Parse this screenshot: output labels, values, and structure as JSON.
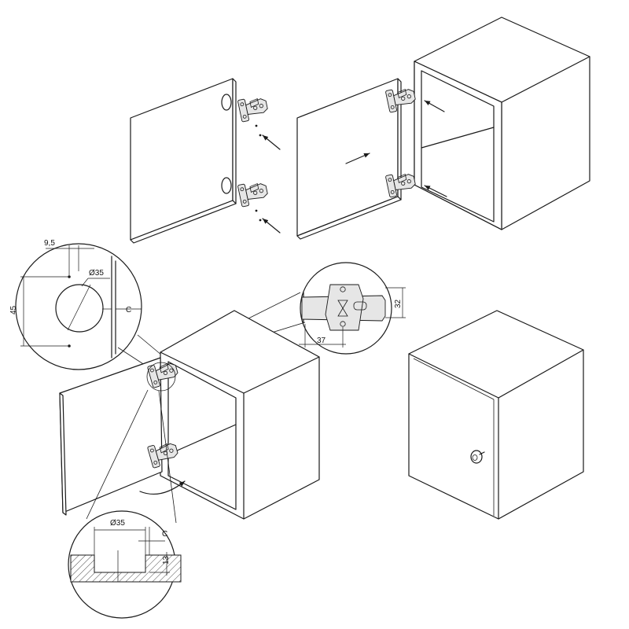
{
  "dimensions": {
    "edge_offset": "9,5",
    "cup_diameter": "Ø35",
    "cup_spacing": "45",
    "distance_c": "C",
    "plate_height": "32",
    "plate_depth": "37",
    "section_diameter": "Ø35",
    "section_c": "C",
    "cup_depth": "13"
  },
  "colors": {
    "line": "#1a1a1a",
    "hinge_fill": "#e6e6e6",
    "background": "#ffffff"
  },
  "icons": [
    "arrow-icon",
    "hinge-icon",
    "knob-icon"
  ]
}
